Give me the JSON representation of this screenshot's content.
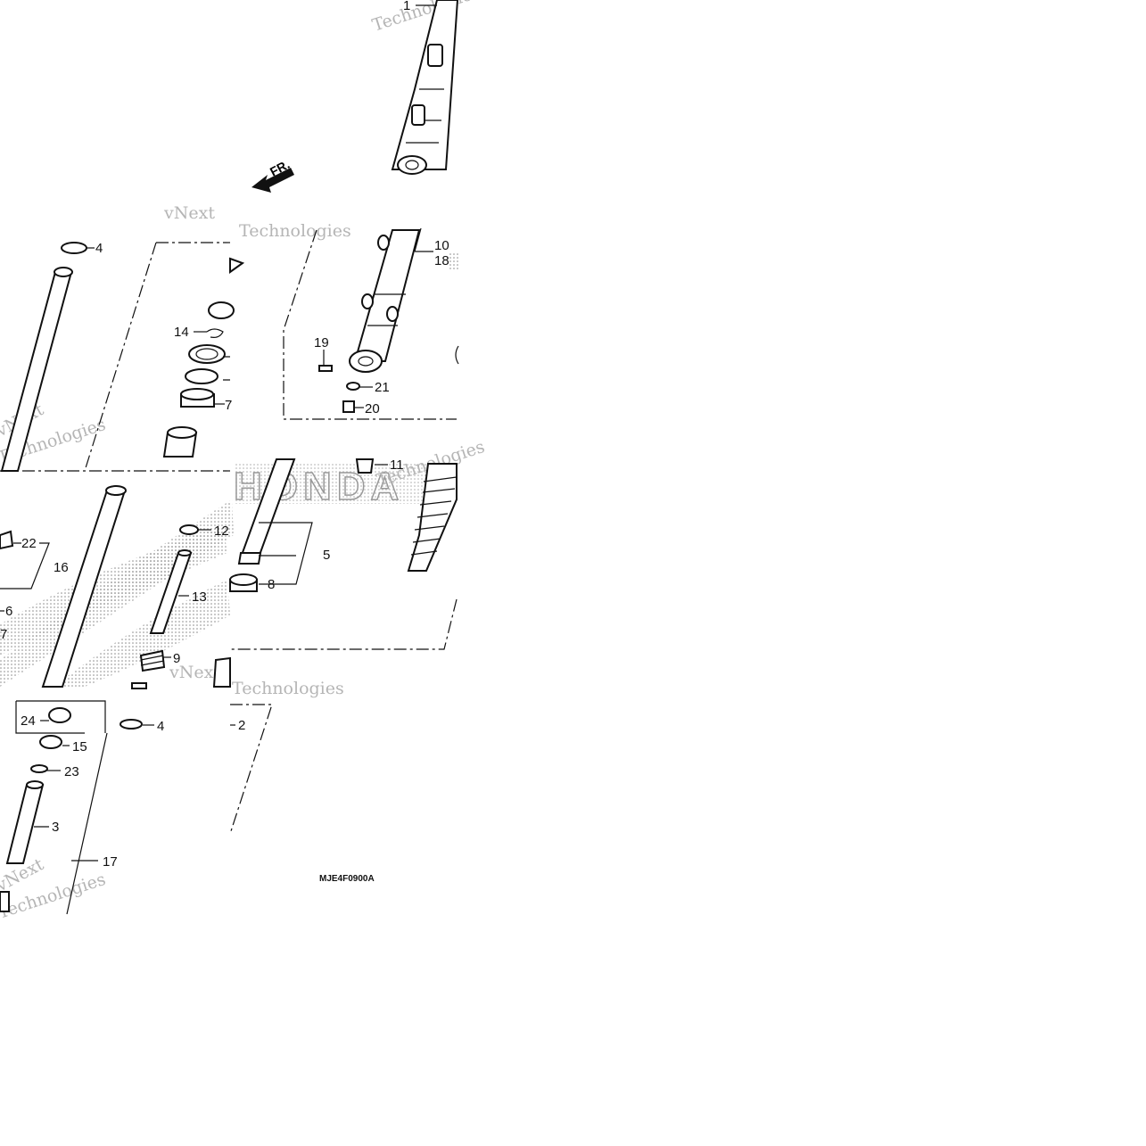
{
  "diagram": {
    "direction_label": "FR.",
    "drawing_code": "MJE4F0900A",
    "brand_watermark": "HONDA",
    "watermark_text": [
      "vNext",
      "Technologies"
    ],
    "callouts": [
      {
        "id": "1",
        "label": "1"
      },
      {
        "id": "4a",
        "label": "4"
      },
      {
        "id": "10",
        "label": "10"
      },
      {
        "id": "18",
        "label": "18"
      },
      {
        "id": "14",
        "label": "14"
      },
      {
        "id": "19",
        "label": "19"
      },
      {
        "id": "21",
        "label": "21"
      },
      {
        "id": "20",
        "label": "20"
      },
      {
        "id": "7a",
        "label": "7"
      },
      {
        "id": "11",
        "label": "11"
      },
      {
        "id": "22",
        "label": "22"
      },
      {
        "id": "12",
        "label": "12"
      },
      {
        "id": "16",
        "label": "16"
      },
      {
        "id": "5",
        "label": "5"
      },
      {
        "id": "8",
        "label": "8"
      },
      {
        "id": "13",
        "label": "13"
      },
      {
        "id": "6",
        "label": "6"
      },
      {
        "id": "7b",
        "label": "7"
      },
      {
        "id": "9",
        "label": "9"
      },
      {
        "id": "24",
        "label": "24"
      },
      {
        "id": "4b",
        "label": "4"
      },
      {
        "id": "2",
        "label": "2"
      },
      {
        "id": "15",
        "label": "15"
      },
      {
        "id": "23",
        "label": "23"
      },
      {
        "id": "3",
        "label": "3"
      },
      {
        "id": "17",
        "label": "17"
      }
    ]
  }
}
